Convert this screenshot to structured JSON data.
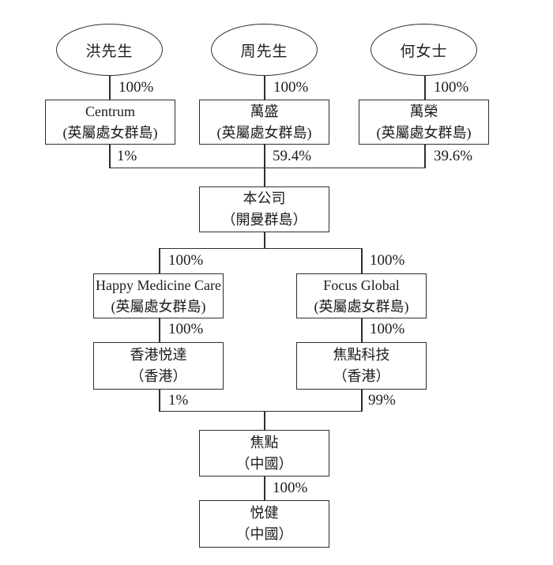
{
  "owners": [
    {
      "label": "洪先生"
    },
    {
      "label": "周先生"
    },
    {
      "label": "何女士"
    }
  ],
  "companies": {
    "centrum": {
      "name": "Centrum",
      "jurisdiction": "(英屬處女群島)"
    },
    "wan_shing": {
      "name": "萬盛",
      "jurisdiction": "(英屬處女群島)"
    },
    "wan_wing": {
      "name": "萬榮",
      "jurisdiction": "(英屬處女群島)"
    },
    "the_company": {
      "name": "本公司",
      "jurisdiction": "（開曼群島）"
    },
    "happy_medicine_care": {
      "name": "Happy Medicine Care",
      "jurisdiction": "(英屬處女群島)"
    },
    "focus_global": {
      "name": "Focus Global",
      "jurisdiction": "(英屬處女群島)"
    },
    "hk_yue_tat": {
      "name": "香港悦達",
      "jurisdiction": "（香港）"
    },
    "focus_technology": {
      "name": "焦點科技",
      "jurisdiction": "（香港）"
    },
    "focus_prc": {
      "name": "焦點",
      "jurisdiction": "（中國）"
    },
    "yue_kin": {
      "name": "悦健",
      "jurisdiction": "（中國）"
    }
  },
  "ownership": {
    "owner1_to_centrum": "100%",
    "owner2_to_wan_shing": "100%",
    "owner3_to_wan_wing": "100%",
    "centrum_to_company": "1%",
    "wan_shing_to_company": "59.4%",
    "wan_wing_to_company": "39.6%",
    "company_to_hmc": "100%",
    "company_to_focus_global": "100%",
    "hmc_to_hk_yue_tat": "100%",
    "focus_global_to_focus_technology": "100%",
    "hk_yue_tat_to_focus_prc": "1%",
    "focus_technology_to_focus_prc": "99%",
    "focus_prc_to_yue_kin": "100%"
  },
  "line_color": "#2e2e2e"
}
